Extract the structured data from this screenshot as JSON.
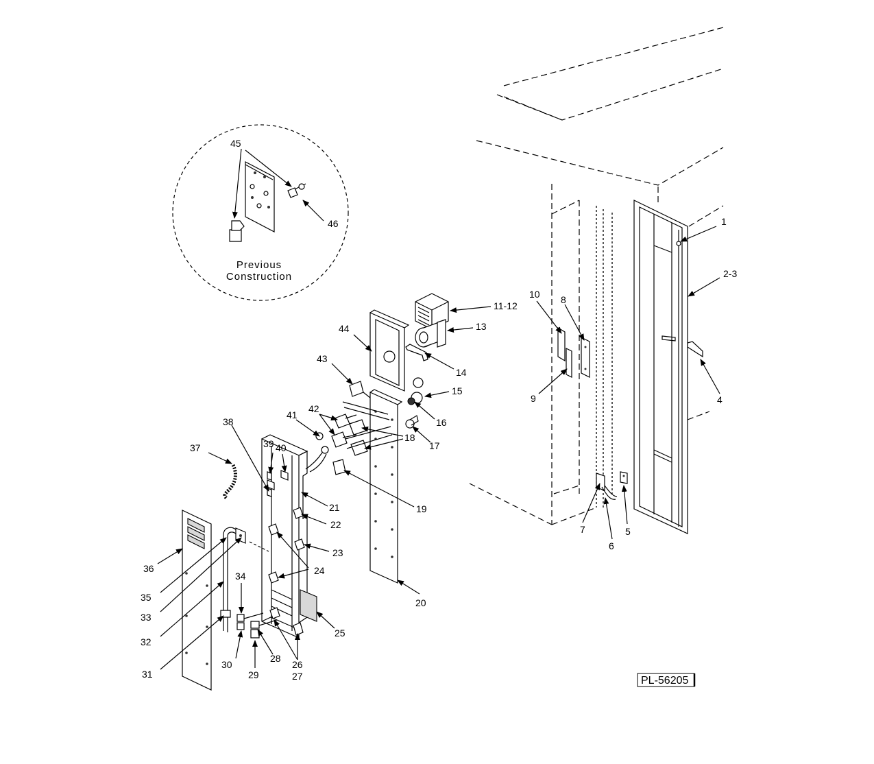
{
  "diagram": {
    "drawing_number": "PL-56205",
    "detail": {
      "caption_line1": "Previous",
      "caption_line2": "Construction"
    },
    "callouts": {
      "c1": "1",
      "c2_3": "2-3",
      "c4": "4",
      "c5": "5",
      "c6": "6",
      "c7": "7",
      "c8": "8",
      "c9": "9",
      "c10": "10",
      "c11_12": "11-12",
      "c13": "13",
      "c14": "14",
      "c15": "15",
      "c16": "16",
      "c17": "17",
      "c18": "18",
      "c19": "19",
      "c20": "20",
      "c21": "21",
      "c22": "22",
      "c23": "23",
      "c24": "24",
      "c25": "25",
      "c26": "26",
      "c27": "27",
      "c28": "28",
      "c29": "29",
      "c30": "30",
      "c31": "31",
      "c32": "32",
      "c33": "33",
      "c34": "34",
      "c35": "35",
      "c36": "36",
      "c37": "37",
      "c38": "38",
      "c39": "39",
      "c40": "40",
      "c41": "41",
      "c42": "42",
      "c43": "43",
      "c44": "44",
      "c45": "45",
      "c46": "46"
    }
  }
}
